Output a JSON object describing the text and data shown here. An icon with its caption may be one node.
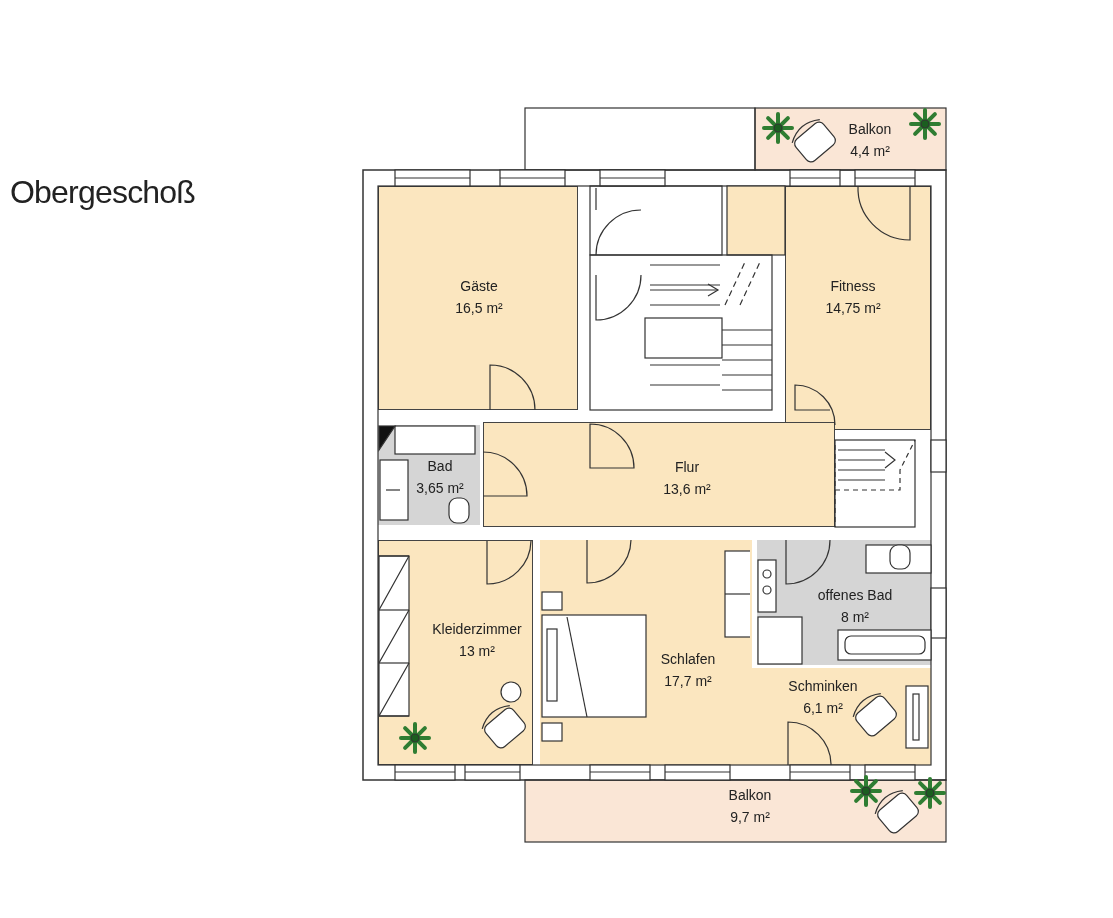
{
  "diagram": {
    "title": "Obergeschoß",
    "nodes": [
      {
        "text": [
          "Balkon",
          "4,4 m²"
        ]
      },
      {
        "text": [
          "Gäste",
          "16,5 m²"
        ]
      },
      {
        "text": [
          "Fitness",
          "14,75 m²"
        ]
      },
      {
        "text": [
          "Bad",
          "3,65 m²"
        ]
      },
      {
        "text": [
          "Flur",
          "13,6 m²"
        ]
      },
      {
        "text": [
          "Kleiderzimmer",
          "13 m²"
        ]
      },
      {
        "text": [
          "Schlafen",
          "17,7 m²"
        ]
      },
      {
        "text": [
          "offenes Bad",
          "8 m²"
        ]
      },
      {
        "text": [
          "Schminken",
          "6,1 m²"
        ]
      },
      {
        "text": [
          "Balkon",
          "9,7 m²"
        ]
      }
    ]
  }
}
